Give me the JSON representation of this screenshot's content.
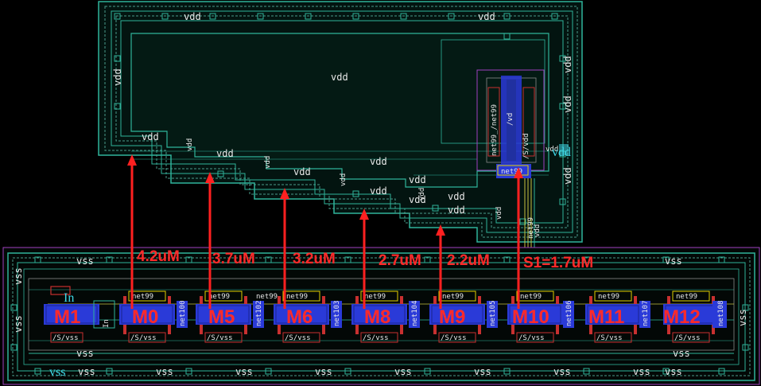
{
  "nets": {
    "vdd": "vdd",
    "vss": "vss",
    "net99": "net99",
    "s_vss": "/S/vss",
    "s_vdd": "/S/vdd",
    "vd": "/vd",
    "net99_vertical": "net99_/net99"
  },
  "devices": [
    "M1",
    "M0",
    "M5",
    "M6",
    "M8",
    "M9",
    "M10",
    "M11",
    "M12"
  ],
  "internal_nets": [
    "net100",
    "net102",
    "net103",
    "net104",
    "net105",
    "net106",
    "net107",
    "net108"
  ],
  "dimensions": [
    "4.2uM",
    "3.7uM",
    "3.2uM",
    "2.7uM",
    "2.2uM",
    "S1=1.7uM"
  ],
  "pins": {
    "in": "In",
    "vdd_pin": "vdd",
    "vss_pin": "vss"
  },
  "colors": {
    "background": "#000000",
    "metal": "#2fb39a",
    "annotation": "#ff2a2a",
    "poly": "#c83030",
    "diffusion": "#2a3ad8",
    "pin_label": "#3fd8e8"
  }
}
